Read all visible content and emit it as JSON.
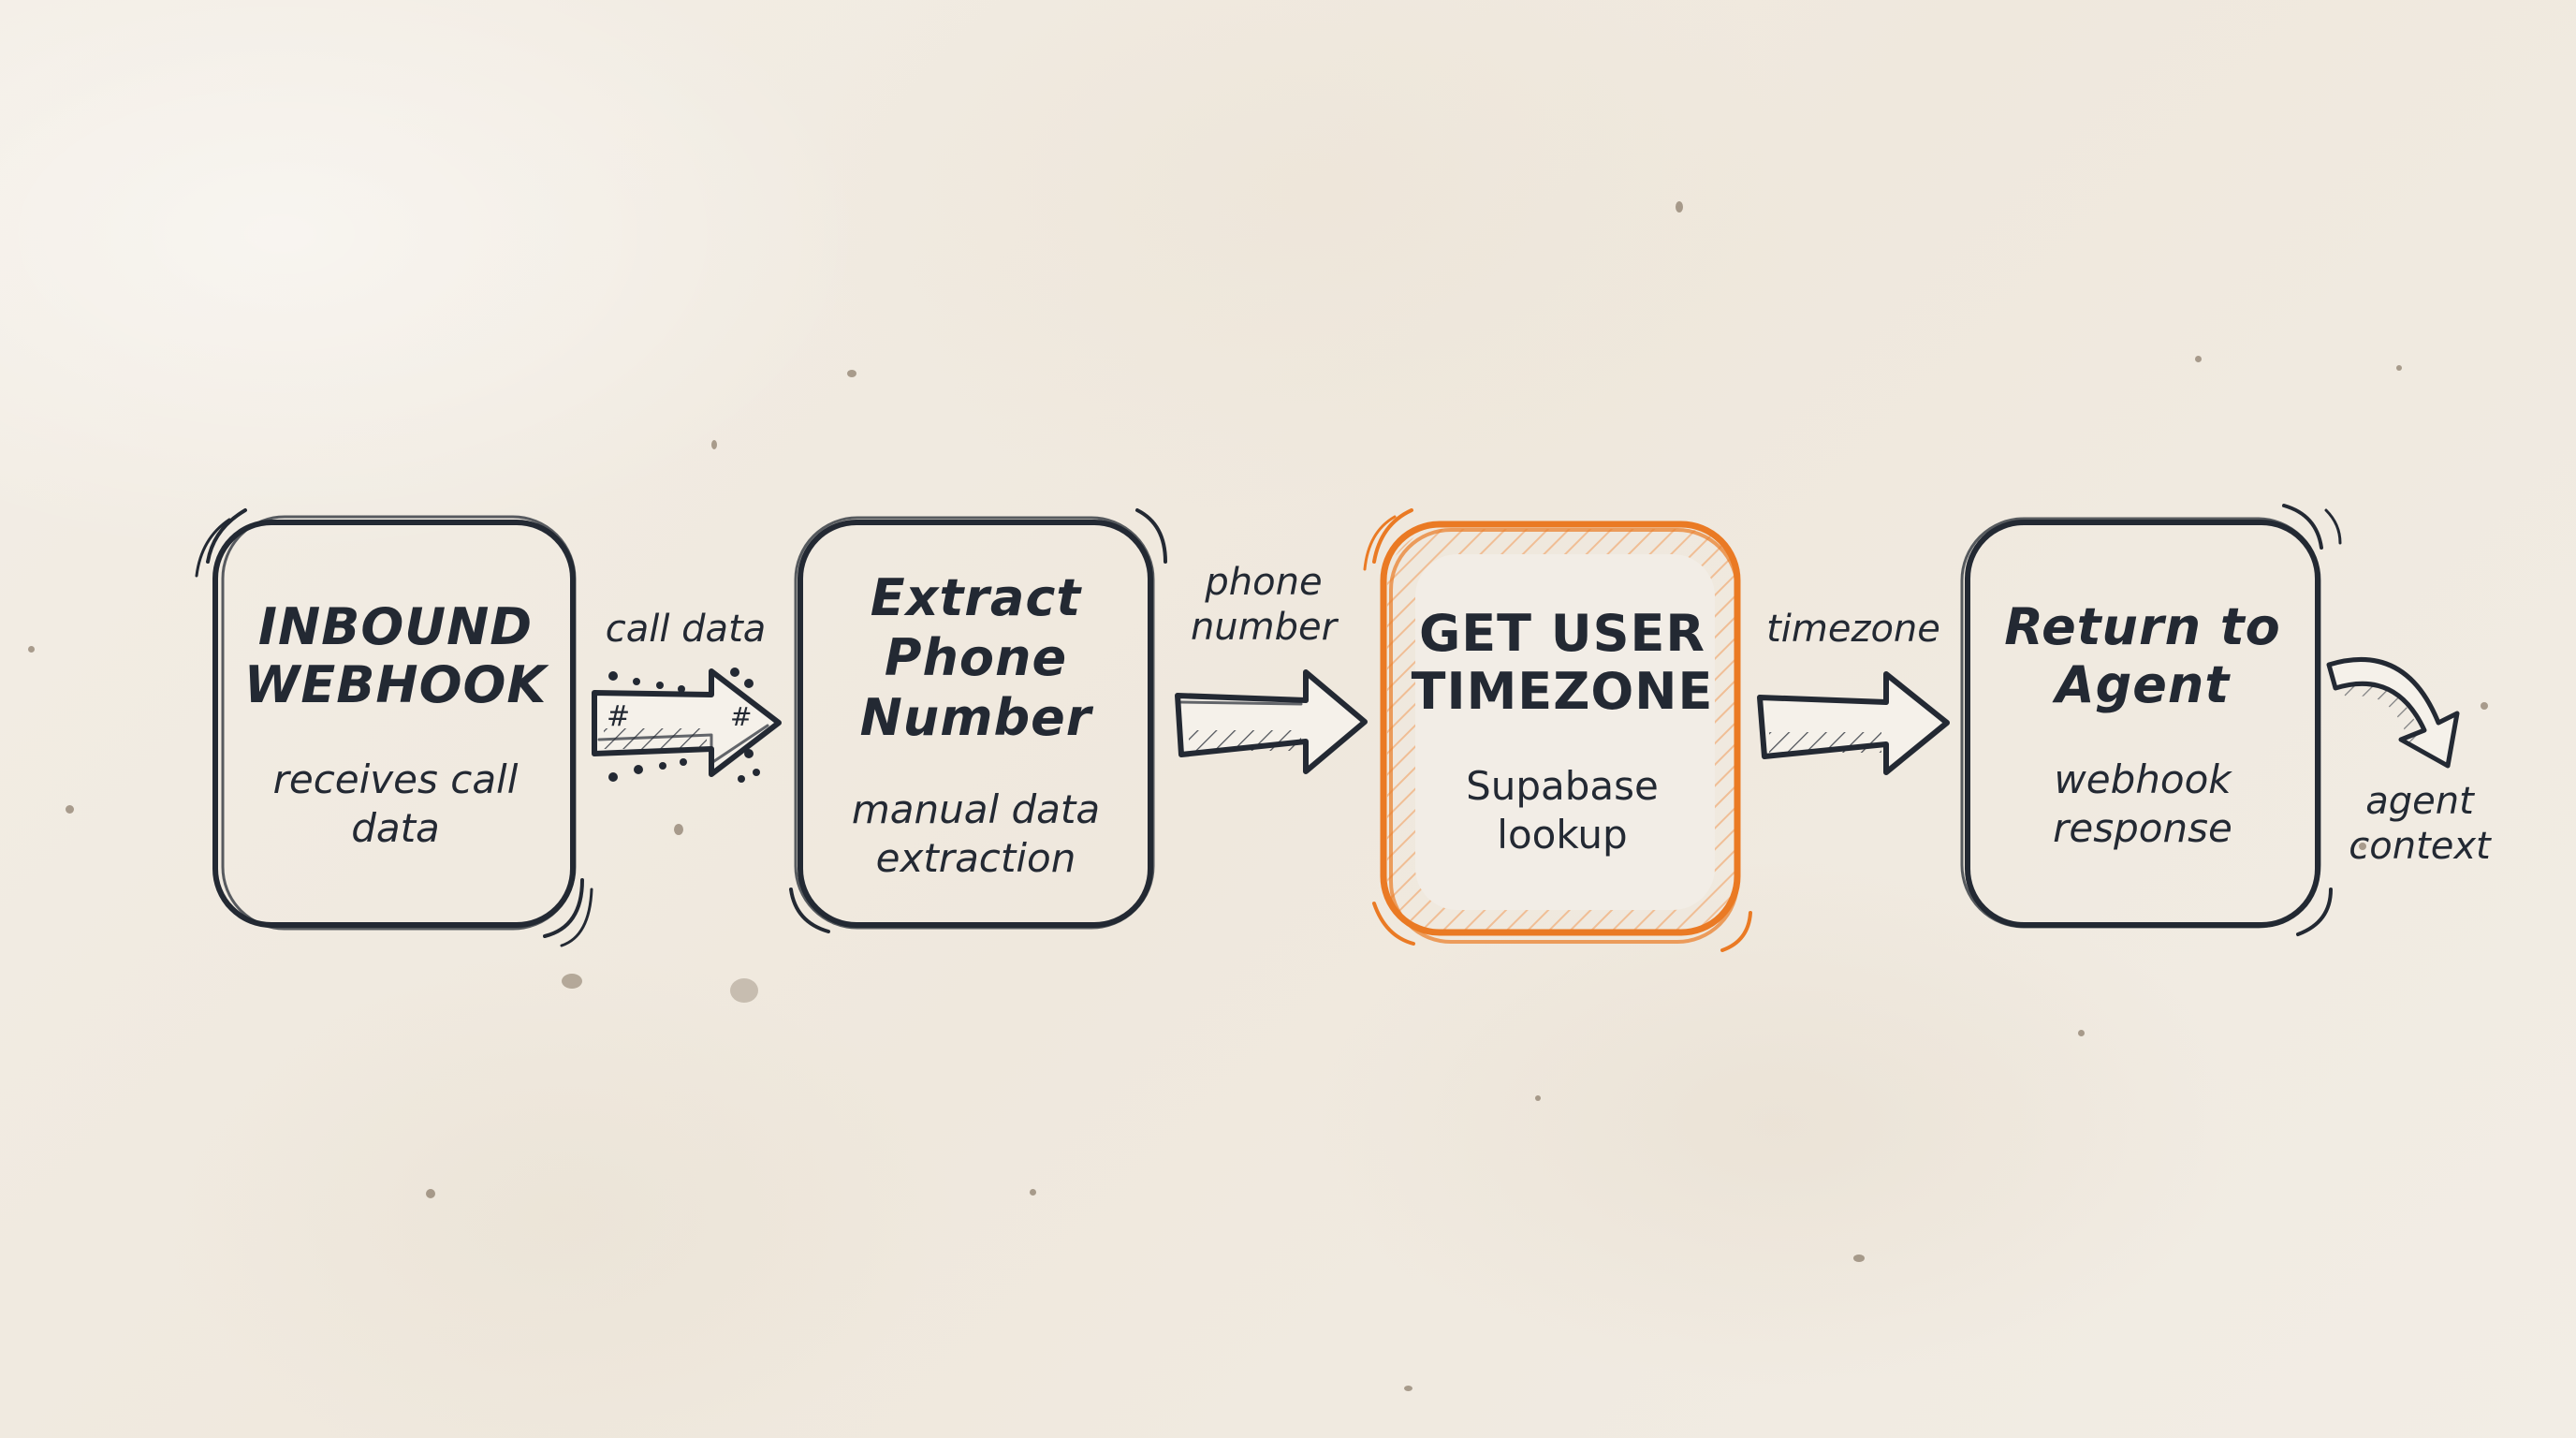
{
  "diagram": {
    "colors": {
      "ink": "#232933",
      "highlight": "#ea7a24",
      "highlight_fill": "#f4b07c",
      "background": "#f1ece3"
    },
    "nodes": [
      {
        "id": "inbound-webhook",
        "title": "INBOUND WEBHOOK",
        "title_lines": [
          "INBOUND",
          "WEBHOOK"
        ],
        "subtitle_lines": [
          "receives call",
          "data"
        ],
        "highlighted": false
      },
      {
        "id": "extract-phone-number",
        "title": "Extract Phone Number",
        "title_lines": [
          "Extract",
          "Phone",
          "Number"
        ],
        "subtitle_lines": [
          "manual data",
          "extraction"
        ],
        "highlighted": false
      },
      {
        "id": "get-user-timezone",
        "title": "GET USER TIMEZONE",
        "title_lines": [
          "GET USER",
          "TIMEZONE"
        ],
        "subtitle_lines": [
          "Supabase",
          "lookup"
        ],
        "highlighted": true
      },
      {
        "id": "return-to-agent",
        "title": "Return to Agent",
        "title_lines": [
          "Return to",
          "Agent"
        ],
        "subtitle_lines": [
          "webhook",
          "response"
        ],
        "highlighted": false
      }
    ],
    "edges": [
      {
        "from": "inbound-webhook",
        "to": "extract-phone-number",
        "label_lines": [
          "call data"
        ]
      },
      {
        "from": "extract-phone-number",
        "to": "get-user-timezone",
        "label_lines": [
          "phone",
          "number"
        ]
      },
      {
        "from": "get-user-timezone",
        "to": "return-to-agent",
        "label_lines": [
          "timezone"
        ]
      },
      {
        "from": "return-to-agent",
        "to": "output",
        "label_lines": [
          "agent",
          "context"
        ],
        "curved": true
      }
    ]
  }
}
